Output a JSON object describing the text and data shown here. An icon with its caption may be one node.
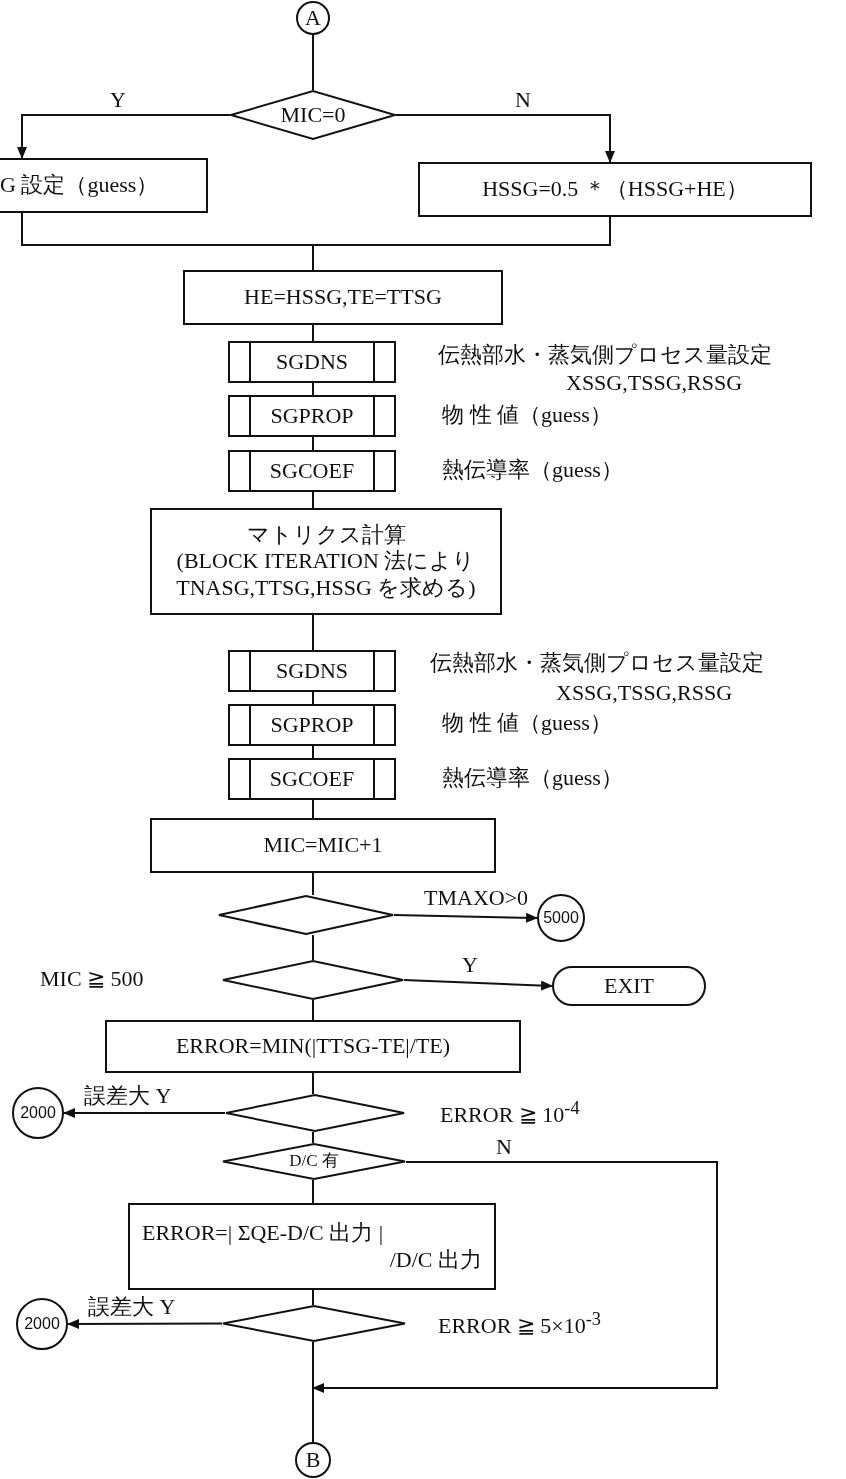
{
  "diagram": {
    "nodes": [
      {
        "text": [
          "A"
        ]
      },
      {
        "text": [
          "MIC=0"
        ]
      },
      {
        "text": [
          "G 設定（guess）"
        ]
      },
      {
        "text": [
          "HSSG=0.5 ＊（HSSG+HE）"
        ]
      },
      {
        "text": [
          "HE=HSSG,TE=TTSG"
        ]
      },
      {
        "text": [
          "SGDNS"
        ],
        "beside": [
          "伝熱部水・蒸気側プロセス量設定",
          "XSSG,TSSG,RSSG"
        ]
      },
      {
        "text": [
          "SGPROP"
        ],
        "beside": [
          "物 性 値（guess）"
        ]
      },
      {
        "text": [
          "SGCOEF"
        ]
      },
      {
        "text": [
          "マトリクス計算",
          "(BLOCK ITERATION 法により TNASG,TTSG,HSSG を求める)"
        ]
      },
      {
        "text": [
          "SGDNS"
        ],
        "beside": [
          "伝熱部水・蒸気側プロセス量設定",
          "XSSG,TSSG,RSSG"
        ]
      },
      {
        "text": [
          "SGPROP"
        ],
        "beside": [
          "物 性 値（guess）"
        ]
      },
      {
        "text": [
          "SGCOEF"
        ]
      },
      {
        "text": [
          "MIC=MIC+1"
        ]
      },
      {
        "text": [],
        "shape": "diamond"
      },
      {
        "text": [
          "5000"
        ]
      },
      {
        "text": [],
        "shape": "diamond"
      },
      {
        "text": [
          "EXIT"
        ]
      },
      {
        "text": [
          "ERROR=MIN(|TTSG-TE|/TE)"
        ]
      },
      {
        "text": [],
        "shape": "diamond",
        "beside": [
          "ERROR ≧ 10$^{-4}$"
        ]
      },
      {
        "text": [
          "2000"
        ]
      },
      {
        "text": [
          "D/C 有"
        ]
      },
      {
        "text": [
          "ERROR=| ΣQE-D/C 出力 |",
          "/D/C 出力"
        ]
      },
      {
        "text": [],
        "shape": "diamond",
        "beside": [
          "ERROR ≧ 5×10$^{-3}$"
        ]
      },
      {
        "text": [
          "2000"
        ]
      },
      {
        "text": [
          "B"
        ]
      }
    ],
    "edges": [
      {
        "from": 0,
        "to": 1,
        "arrow": "none"
      },
      {
        "from": 1,
        "to": 2,
        "arrow": "to",
        "label": "Y"
      },
      {
        "from": 1,
        "to": 3,
        "arrow": "to",
        "label": "N"
      },
      {
        "from": 2,
        "to": 4,
        "arrow": "none"
      },
      {
        "from": 3,
        "to": 4,
        "arrow": "none"
      },
      {
        "from": 4,
        "to": 5,
        "arrow": "none"
      },
      {
        "from": 5,
        "to": 6,
        "arrow": "none"
      },
      {
        "from": 6,
        "to": 7,
        "arrow": "none"
      },
      {
        "from": 7,
        "to": 8,
        "arrow": "none"
      },
      {
        "from": 8,
        "to": 9,
        "arrow": "none"
      },
      {
        "from": 9,
        "to": 10,
        "arrow": "none"
      },
      {
        "from": 10,
        "to": 11,
        "arrow": "none"
      },
      {
        "from": 11,
        "to": 12,
        "arrow": "none"
      },
      {
        "from": 12,
        "to": 13,
        "arrow": "none"
      },
      {
        "from": 13,
        "to": 14,
        "arrow": "to",
        "label": "TMAXO>0"
      },
      {
        "from": 13,
        "to": 15,
        "arrow": "none"
      },
      {
        "from": 15,
        "to": 16,
        "arrow": "to",
        "label": "Y"
      },
      {
        "from": 15,
        "to": 17,
        "arrow": "none"
      },
      {
        "from": 17,
        "to": 18,
        "arrow": "none"
      },
      {
        "from": 18,
        "to": 19,
        "arrow": "to",
        "label": "誤差大 Y"
      },
      {
        "from": 18,
        "to": 20,
        "arrow": "none"
      },
      {
        "from": 20,
        "to": 21,
        "arrow": "none"
      },
      {
        "from": 20,
        "to": null,
        "arrow": "to",
        "label": "N"
      },
      {
        "from": 21,
        "to": 22,
        "arrow": "none"
      },
      {
        "from": 22,
        "to": 23,
        "arrow": "to",
        "label": "誤差大 Y"
      },
      {
        "from": 22,
        "to": 24,
        "arrow": "none"
      }
    ],
    "labels": [
      "熱伝導率（guess）",
      "熱伝導率（guess）",
      "MIC ≧ 500"
    ]
  }
}
